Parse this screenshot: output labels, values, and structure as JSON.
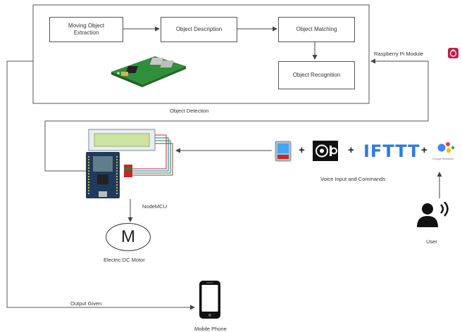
{
  "detection": {
    "label": "Object Detection",
    "steps": {
      "extraction": "Moving Object Extraction",
      "description": "Object Description",
      "matching": "Object Matching",
      "recognition": "Object Recognition"
    }
  },
  "raspberry": {
    "label": "Raspberry Pi Module",
    "accent": "#c51a4a"
  },
  "nodemcu": {
    "label": "NodeMCU"
  },
  "motor": {
    "label": "Electric DC Motor",
    "symbol": "M"
  },
  "voice": {
    "label": "Voice Input and Commands",
    "ifttt": "IFTTT",
    "plus": "+",
    "google_caption": "Google Assistant"
  },
  "user": {
    "label": "User"
  },
  "output": {
    "label": "Output Given"
  },
  "phone": {
    "label": "Mobile Phone"
  },
  "colors": {
    "google_blue": "#4285F4",
    "google_red": "#EA4335",
    "google_yellow": "#FBBC05",
    "google_green": "#34A853",
    "ifttt_blue": "#2d7be0",
    "pcb_green": "#2e7d32",
    "board_blue": "#1f3a5a"
  },
  "icons": [
    "raspberry-pi-icon",
    "bluetooth-module-icon",
    "adafruit-io-icon",
    "ifttt-logo",
    "google-assistant-icon",
    "user-speaking-icon",
    "mobile-phone-icon",
    "dc-motor-icon",
    "nodemcu-board-icon",
    "lcd-display-icon"
  ]
}
